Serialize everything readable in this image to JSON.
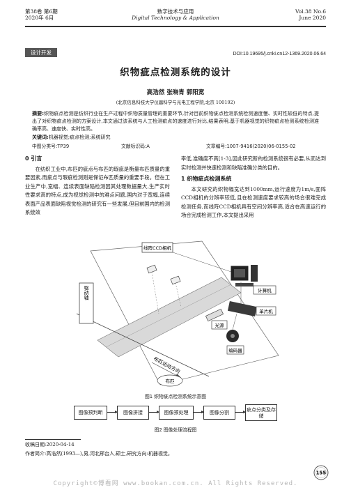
{
  "header": {
    "left_line1": "第38卷  第6期",
    "left_line2": "2020年  6月",
    "center_line1": "数字技术与应用",
    "center_line2": "Digital Technology & Application",
    "right_line1": "Vol.38   No.6",
    "right_line2": "June   2020"
  },
  "tag": "设计开发",
  "doi": "DOI:10.19695/j.cnki.cn12-1369.2020.06.64",
  "title": "织物疵点检测系统的设计",
  "authors": "高浩然  张晓青  郭阳宽",
  "affiliation": "(北京信息科技大学仪器科学与光电工程学院,北京  100192)",
  "abstract": {
    "label": "摘要:",
    "text": "织物疵点检测是纺织行业在生产过程中织物质量管理的重要环节,针对目前织物疵点检测系统检测速度慢、实时性较低的特点,提出了对织物疵点检测的方案设计,本文通过该系统与人工检测疵点的速度进行对比,结果表明,基于机器视觉的织物疵点检测系统检测准确率高、速度快、实时性高。"
  },
  "keywords": {
    "label": "关键词:",
    "text": "机器视觉;疵点检测;系统研究"
  },
  "classification": {
    "clc": "中图分类号:TP39",
    "code": "文献标识码:A",
    "article": "文章编号:1007-9416(2020)06-0155-02"
  },
  "left_column": {
    "section": "0  引言",
    "paragraph": "在纺织工业中,布匹的疵点与布匹的瑕疵是衡量布匹质量的重要因素,而疵点与瑕疵检测则是保证布匹质量的重要手段。但在工业生产中,宽幅、连续表面缺陷检测因其处理数据量大,生产实时性要求高的特点,成为视觉检测中的难点问题,国内对于宽幅,连续表面产品表面缺陷视觉检测的研究有一些发展,但目前国内的检测系统效"
  },
  "right_column": {
    "continued": "率低,准确度不高[1-3],因此研究新的检测系统很有必要,从而达到实时检测并快速检测和缺陷准确分类的目的。",
    "section": "1  织物疵点检测系统",
    "paragraph": "本文研究的织物幅宽达到1000mm,运行速度为1m/s,面阵CCD相机的分辨率较低,且在检测速度要求较高的场合很难完成检测任务,而线阵CCD相机具有空间分辨率高,适合在高速运行的场合完成检测工作,本文提出采用"
  },
  "figure1": {
    "labels": {
      "camera": "线阵CCD相机",
      "computer": "计算机",
      "mcu": "单片机",
      "light": "光源",
      "drive": "驱动轴",
      "encoder": "编码器",
      "direction": "布匹运动方向",
      "fabric": "布匹"
    },
    "caption": "图1  织物疵点检测系统示意图"
  },
  "figure2": {
    "steps": [
      "图像预判断",
      "图像拼接",
      "图像预处理",
      "图像分割",
      "疵点分类及存储"
    ],
    "caption": "图2  图像处理流程图"
  },
  "footnotes": {
    "received": "收稿日期:2020-04-14",
    "author_bio": "作者简介:高浩然(1993—),男,河北邢台人,硕士,研究方向:机器视觉。"
  },
  "page_number": "155",
  "copyright": "Copyright©博看网 www.bookan.com.cn. All Rights Reserved.",
  "colors": {
    "tag_bg": "#555555",
    "fabric_band": "#d9d9d9",
    "watermark": "#b5b5b5"
  }
}
